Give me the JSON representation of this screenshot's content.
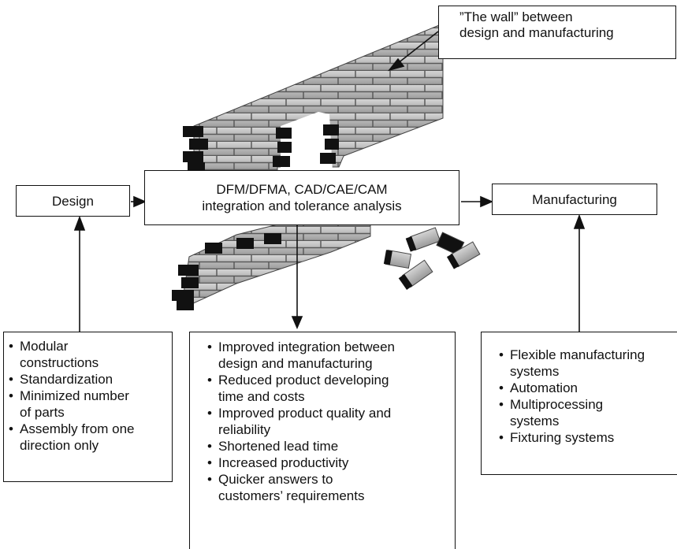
{
  "wall_label_lines": [
    "”The wall” between",
    "design and manufacturing"
  ],
  "design": "Design",
  "center_lines": [
    "DFM/DFMA, CAD/CAE/CAM",
    "integration and tolerance analysis"
  ],
  "manufacturing": "Manufacturing",
  "design_bullets": [
    [
      "Modular",
      "constructions"
    ],
    [
      "Standardization"
    ],
    [
      "Minimized number",
      "of parts"
    ],
    [
      "Assembly from one",
      "direction only"
    ]
  ],
  "benefit_bullets": [
    [
      "Improved integration between",
      "design and manufacturing"
    ],
    [
      "Reduced product developing",
      "time and costs"
    ],
    [
      "Improved product quality and",
      "reliability"
    ],
    [
      "Shortened lead time"
    ],
    [
      "Increased productivity"
    ],
    [
      "Quicker answers to",
      "customers’ requirements"
    ]
  ],
  "manufacturing_bullets": [
    [
      "Flexible manufacturing",
      "systems"
    ],
    [
      "Automation"
    ],
    [
      "Multiprocessing",
      "systems"
    ],
    [
      "Fixturing systems"
    ]
  ]
}
